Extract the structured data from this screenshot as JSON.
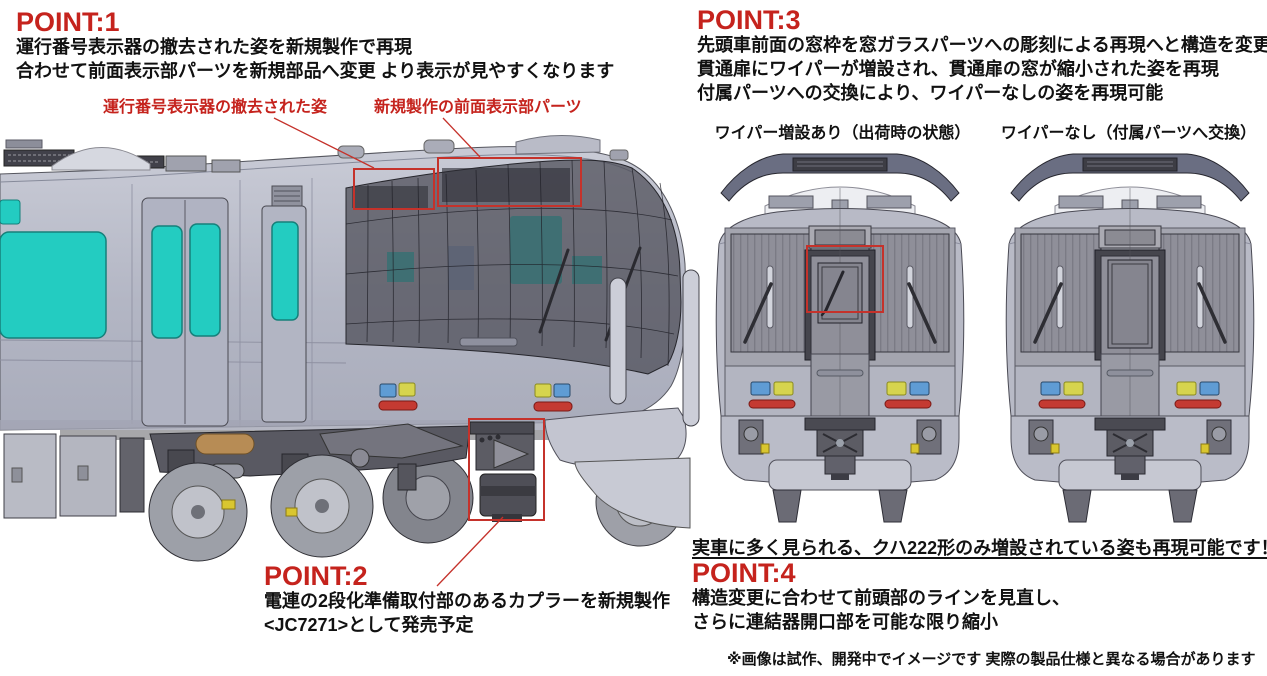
{
  "colors": {
    "accent_red": "#c5231d",
    "text_black": "#111111",
    "window_teal": "#23ccc1",
    "body_gray": "#b6b9c7"
  },
  "point1": {
    "heading": "POINT:1",
    "line1": "運行番号表示器の撤去された姿を新規製作で再現",
    "line2": "合わせて前面表示部パーツを新規部品へ変更 より表示が見やすくなります"
  },
  "side_labels": {
    "removed_sign": "運行番号表示器の撤去された姿",
    "new_display": "新規製作の前面表示部パーツ"
  },
  "point2": {
    "heading": "POINT:2",
    "line1": "電連の2段化準備取付部のあるカプラーを新規製作",
    "line2": "<JC7271>として発売予定"
  },
  "point3": {
    "heading": "POINT:3",
    "line1": "先頭車前面の窓枠を窓ガラスパーツへの彫刻による再現へと構造を変更",
    "line2": "貫通扉にワイパーが増設され、貫通扉の窓が縮小された姿を再現",
    "line3": "付属パーツへの交換により、ワイパーなしの姿を再現可能"
  },
  "front_views": {
    "with_wiper_label": "ワイパー増設あり（出荷時の状態）",
    "without_wiper_label": "ワイパーなし（付属パーツへ交換）"
  },
  "note_kuha222": "実車に多く見られる、クハ222形のみ増設されている姿も再現可能です！",
  "point4": {
    "heading": "POINT:4",
    "line1": "構造変更に合わせて前頭部のラインを見直し、",
    "line2": "さらに連結器開口部を可能な限り縮小"
  },
  "disclaimer": "※画像は試作、開発中でイメージです 実際の製品仕様と異なる場合があります"
}
